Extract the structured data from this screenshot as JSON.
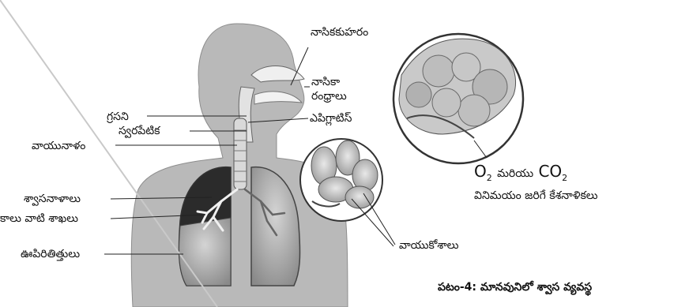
{
  "figure": {
    "caption": "పటం-4: మానవునిలో శ్వాస వ్యవస్థ",
    "labels": {
      "nasal_cavity": "నాసికకుహరం",
      "nostrils_line1": "నాసికా",
      "nostrils_line2": "రంధ్రాలు",
      "pharynx": "గ్రసని",
      "larynx": "స్వరపేటిక",
      "epiglottis": "ఎపిగ్లాటిస్",
      "trachea": "వాయునాళం",
      "bronchi": "శ్వాసనాళాలు",
      "bronchioles": "కాలు వాటి శాఖలు",
      "lungs": "ఊపిరితిత్తులు",
      "alveoli": "వాయుకోశాలు",
      "gas_exchange_o2": "O",
      "gas_exchange_o2_sub": "2",
      "gas_exchange_and": "మరియు",
      "gas_exchange_co2": "CO",
      "gas_exchange_co2_sub": "2",
      "capillaries": "వినిమయం జరిగే కేశనాళికలు"
    }
  }
}
